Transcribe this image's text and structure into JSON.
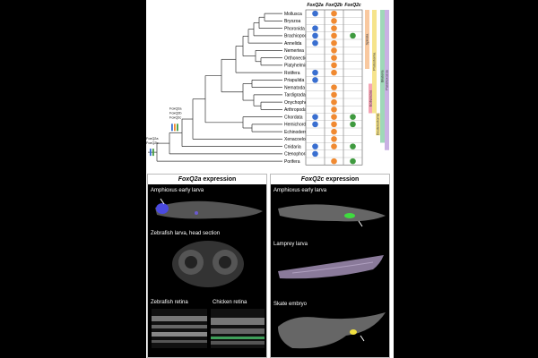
{
  "columns": [
    "FoxQ2a",
    "FoxQ2b",
    "FoxQ2c"
  ],
  "taxa": [
    {
      "name": "Mollusca",
      "a": true,
      "b": true,
      "c": false
    },
    {
      "name": "Bryozoa",
      "a": false,
      "b": true,
      "c": false
    },
    {
      "name": "Phoronida",
      "a": true,
      "b": true,
      "c": false
    },
    {
      "name": "Brachiopoda",
      "a": true,
      "b": true,
      "c": true
    },
    {
      "name": "Annelida",
      "a": true,
      "b": true,
      "c": false
    },
    {
      "name": "Nemertea",
      "a": false,
      "b": true,
      "c": false
    },
    {
      "name": "Orthonectida",
      "a": false,
      "b": true,
      "c": false
    },
    {
      "name": "Platyhelminthes",
      "a": false,
      "b": true,
      "c": false
    },
    {
      "name": "Rotifera",
      "a": true,
      "b": true,
      "c": false
    },
    {
      "name": "Priapulida",
      "a": true,
      "b": false,
      "c": false
    },
    {
      "name": "Nematoda",
      "a": false,
      "b": true,
      "c": false
    },
    {
      "name": "Tardigrada",
      "a": false,
      "b": true,
      "c": false
    },
    {
      "name": "Onychophora",
      "a": false,
      "b": true,
      "c": false
    },
    {
      "name": "Arthropoda",
      "a": false,
      "b": true,
      "c": false
    },
    {
      "name": "Chordata",
      "a": true,
      "b": true,
      "c": true
    },
    {
      "name": "Hemichordata",
      "a": true,
      "b": true,
      "c": true
    },
    {
      "name": "Echinodermata",
      "a": false,
      "b": true,
      "c": false
    },
    {
      "name": "Xenacoelomorpha",
      "a": false,
      "b": true,
      "c": false
    },
    {
      "name": "Cnidaria",
      "a": true,
      "b": true,
      "c": true
    },
    {
      "name": "Ctenophora",
      "a": true,
      "b": false,
      "c": false
    },
    {
      "name": "Porifera",
      "a": false,
      "b": true,
      "c": true
    }
  ],
  "groups": [
    {
      "name": "Spiralia",
      "color": "#f9c9a0",
      "from": 0,
      "to": 7
    },
    {
      "name": "Ecdysozoa",
      "color": "#f5a5b5",
      "from": 10,
      "to": 13
    },
    {
      "name": "Protostomia",
      "color": "#f6e48c",
      "from": 0,
      "to": 13
    },
    {
      "name": "Deuterostomia",
      "color": "#f6e48c",
      "from": 14,
      "to": 16
    },
    {
      "name": "Bilateria",
      "color": "#9fd8b8",
      "from": 0,
      "to": 17
    },
    {
      "name": "Parahoxozoa",
      "color": "#c9b1e3",
      "from": 0,
      "to": 18
    }
  ],
  "node_labels": [
    {
      "lines": [
        "FoxQ2a",
        "FoxQ2b",
        "FoxQ2c"
      ]
    },
    {
      "lines": [
        "FoxQ2a",
        "FoxQ2b"
      ]
    }
  ],
  "colors": {
    "a": "#3a6fd0",
    "b": "#f08a32",
    "c": "#3f9a3f"
  },
  "left_panel": {
    "title_italic": "FoxQ2a",
    "title_rest": " expression",
    "labels": [
      "Amphioxus early larva",
      "Zebrafish larva, head section",
      "Zebrafish retina",
      "Chicken retina"
    ]
  },
  "right_panel": {
    "title_italic": "FoxQ2c",
    "title_rest": " expression",
    "labels": [
      "Amphioxus early larva",
      "Lamprey larva",
      "Skate embryo"
    ]
  }
}
